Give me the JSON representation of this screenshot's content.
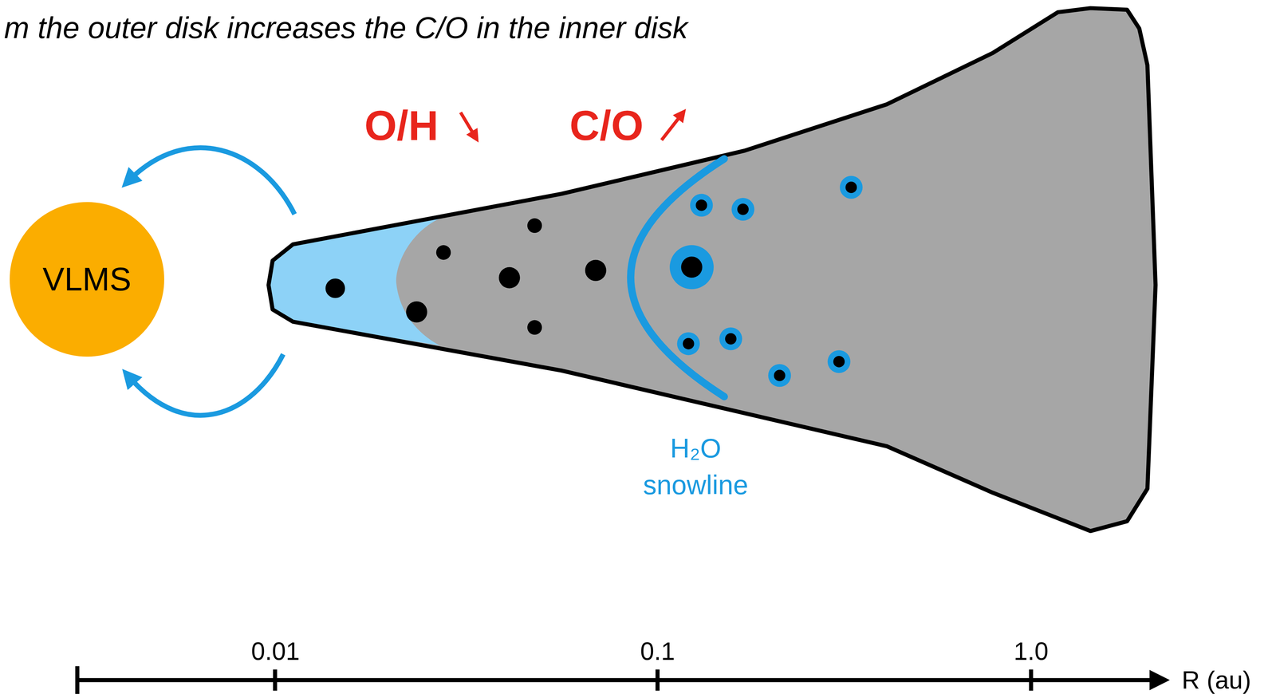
{
  "diagram": {
    "nodes": [
      {
        "text": [
          "VLMS"
        ]
      }
    ],
    "labels": [
      "m the outer disk increases the C/O in the inner disk",
      "O/H",
      "C/O",
      "H₂O snowline",
      "0.01",
      "0.1",
      "1.0",
      "R (au)"
    ]
  }
}
